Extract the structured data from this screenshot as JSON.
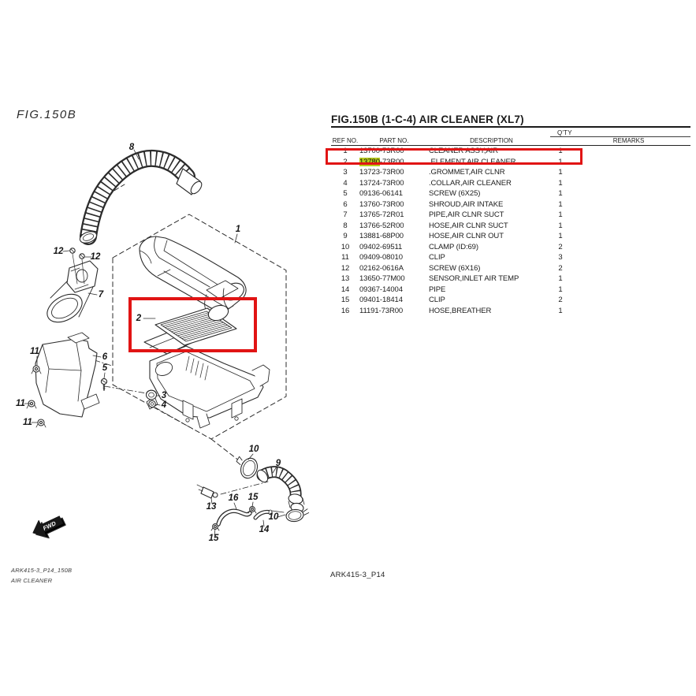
{
  "page": {
    "fig_label": "FIG.150B",
    "footer_left_line1": "ARK415-3_P14_150B",
    "footer_left_line2": "AIR CLEANER",
    "footer_center": "ARK415-3_P14",
    "fwd_arrow_label": "FWD"
  },
  "colors": {
    "highlight_box": "#e11414",
    "part_number_highlight": "#b9cc1c",
    "line_ink": "#2b2b2b"
  },
  "table": {
    "title": "FIG.150B (1-C-4) AIR CLEANER (XL7)",
    "qty_column_label": "Q'TY",
    "headers": {
      "ref": "REF NO.",
      "part": "PART NO.",
      "desc": "DESCRIPTION",
      "remarks": "REMARKS"
    },
    "highlighted_row": {
      "ref": "2",
      "part_highlight": "13780",
      "part_rest": "-73R00",
      "desc": ".ELEMENT,AIR CLEANER",
      "qty": "1"
    },
    "rows": [
      {
        "ref": "1",
        "part": "13700-73R00",
        "desc": "CLEANER ASSY,AIR",
        "qty": "1",
        "remarks": ""
      },
      {
        "ref": "2",
        "part": "13780-73R00",
        "desc": ".ELEMENT,AIR CLEANER",
        "qty": "1",
        "remarks": ""
      },
      {
        "ref": "3",
        "part": "13723-73R00",
        "desc": ".GROMMET,AIR CLNR",
        "qty": "1",
        "remarks": ""
      },
      {
        "ref": "4",
        "part": "13724-73R00",
        "desc": ".COLLAR,AIR CLEANER",
        "qty": "1",
        "remarks": ""
      },
      {
        "ref": "5",
        "part": "09136-06141",
        "desc": "SCREW (6X25)",
        "qty": "1",
        "remarks": ""
      },
      {
        "ref": "6",
        "part": "13760-73R00",
        "desc": "SHROUD,AIR INTAKE",
        "qty": "1",
        "remarks": ""
      },
      {
        "ref": "7",
        "part": "13765-72R01",
        "desc": "PIPE,AIR CLNR SUCT",
        "qty": "1",
        "remarks": ""
      },
      {
        "ref": "8",
        "part": "13766-52R00",
        "desc": "HOSE,AIR CLNR SUCT",
        "qty": "1",
        "remarks": ""
      },
      {
        "ref": "9",
        "part": "13881-68P00",
        "desc": "HOSE,AIR CLNR OUT",
        "qty": "1",
        "remarks": ""
      },
      {
        "ref": "10",
        "part": "09402-69511",
        "desc": "CLAMP (ID:69)",
        "qty": "2",
        "remarks": ""
      },
      {
        "ref": "11",
        "part": "09409-08010",
        "desc": "CLIP",
        "qty": "3",
        "remarks": ""
      },
      {
        "ref": "12",
        "part": "02162-0616A",
        "desc": "SCREW (6X16)",
        "qty": "2",
        "remarks": ""
      },
      {
        "ref": "13",
        "part": "13650-77M00",
        "desc": "SENSOR,INLET AIR TEMP",
        "qty": "1",
        "remarks": ""
      },
      {
        "ref": "14",
        "part": "09367-14004",
        "desc": "PIPE",
        "qty": "1",
        "remarks": ""
      },
      {
        "ref": "15",
        "part": "09401-18414",
        "desc": "CLIP",
        "qty": "2",
        "remarks": ""
      },
      {
        "ref": "16",
        "part": "11191-73R00",
        "desc": "HOSE,BREATHER",
        "qty": "1",
        "remarks": ""
      }
    ]
  },
  "diagram": {
    "callouts": [
      "8",
      "1",
      "12",
      "12",
      "7",
      "2",
      "11",
      "6",
      "5",
      "11",
      "3",
      "4",
      "11",
      "10",
      "9",
      "13",
      "16",
      "15",
      "10",
      "14",
      "15"
    ]
  }
}
